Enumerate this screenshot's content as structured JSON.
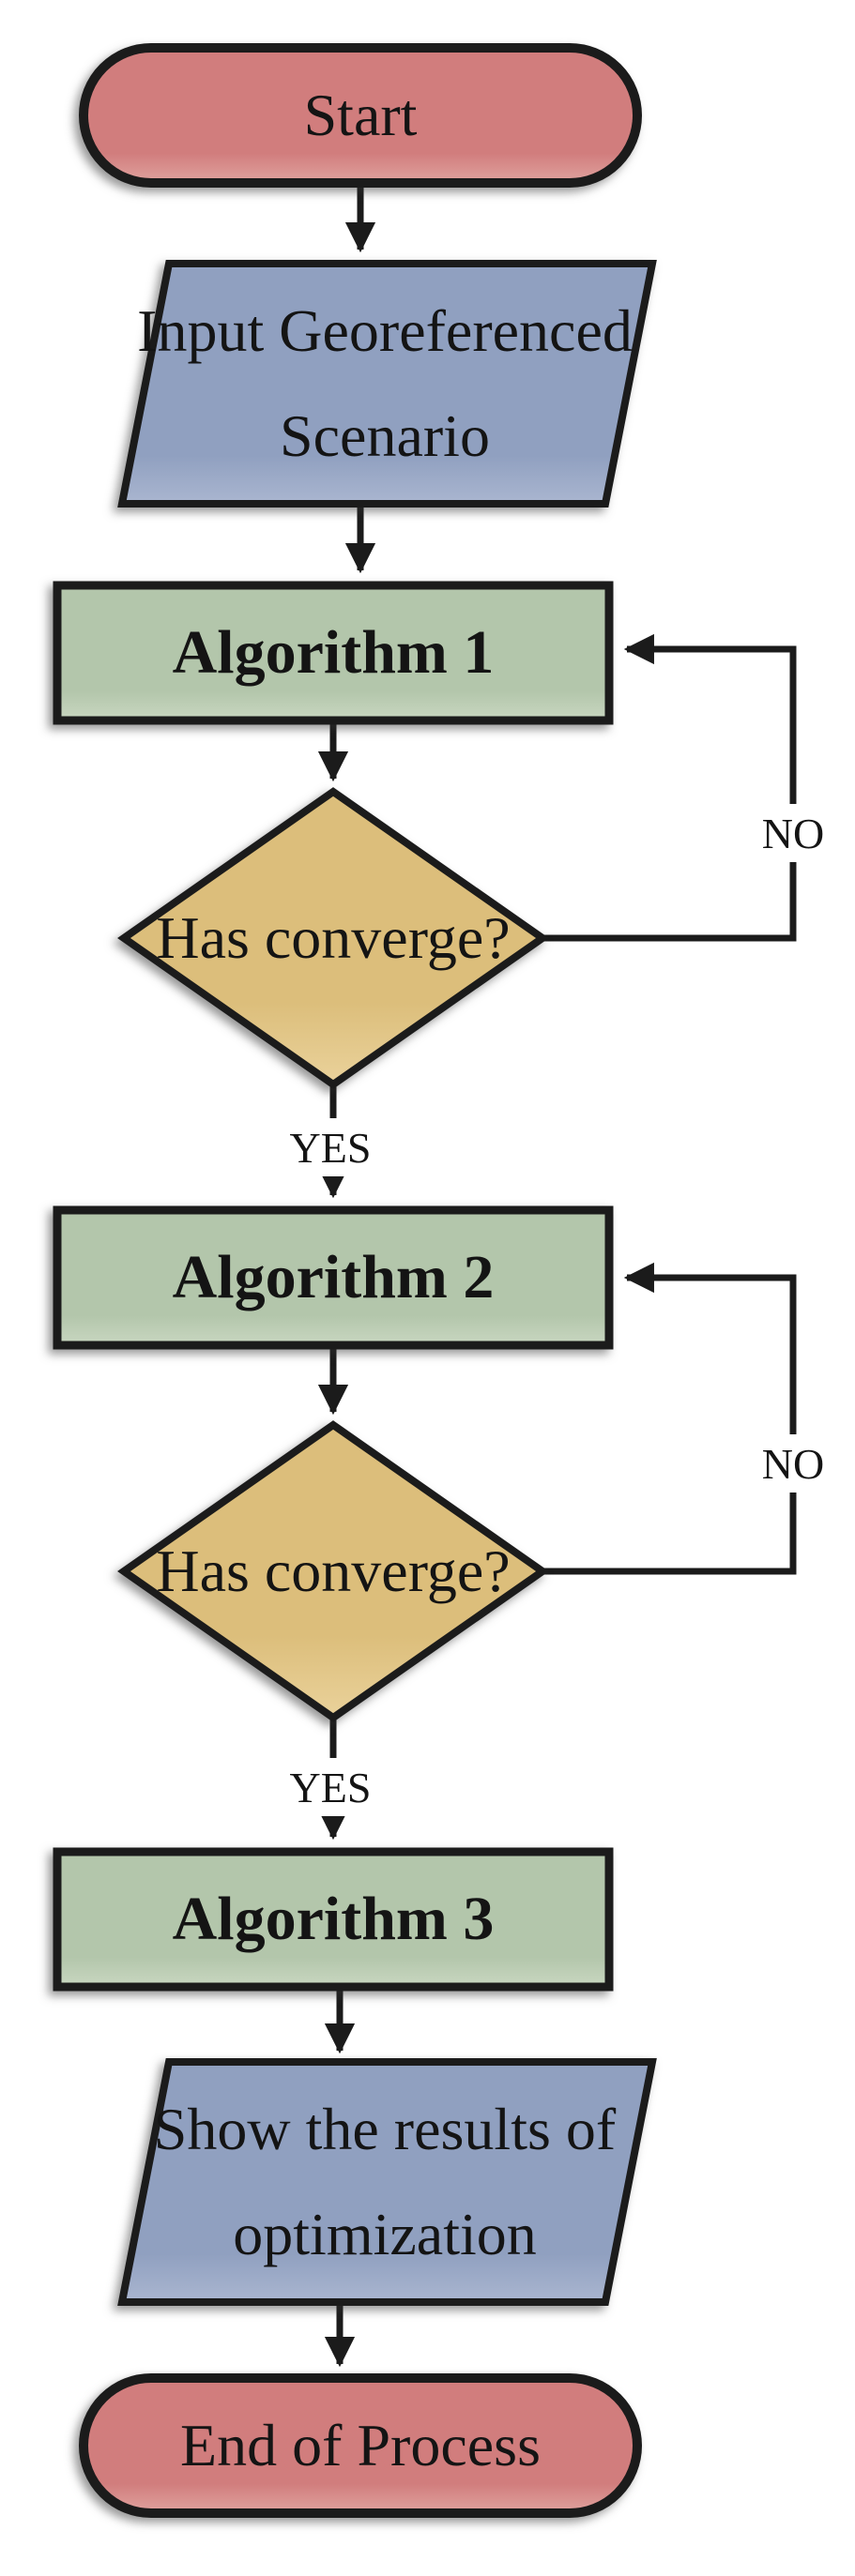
{
  "diagram": {
    "title": "Optimization process flowchart",
    "nodes": {
      "start": {
        "type": "terminator",
        "label": "Start"
      },
      "input": {
        "type": "io",
        "line1": "Input Georeferenced",
        "line2": "Scenario"
      },
      "alg1": {
        "type": "process",
        "label": "Algorithm 1"
      },
      "dec1": {
        "type": "decision",
        "label": "Has converge?"
      },
      "alg2": {
        "type": "process",
        "label": "Algorithm 2"
      },
      "dec2": {
        "type": "decision",
        "label": "Has converge?"
      },
      "alg3": {
        "type": "process",
        "label": "Algorithm 3"
      },
      "output": {
        "type": "io",
        "line1": "Show the results of",
        "line2": "optimization"
      },
      "end": {
        "type": "terminator",
        "label": "End of Process"
      }
    },
    "edge_labels": {
      "yes1": "YES",
      "no1": "NO",
      "yes2": "YES",
      "no2": "NO"
    },
    "colors": {
      "terminator_fill": "#d17d7d",
      "terminator_fill_light": "#e0a39f",
      "io_fill": "#90a0c0",
      "io_fill_light": "#aab6d0",
      "process_fill": "#b3c6ab",
      "process_fill_light": "#c9d7c1",
      "decision_fill": "#dcbe7b",
      "decision_fill_light": "#ead29b",
      "stroke": "#1b1b1b",
      "text": "#141414",
      "background": "#ffffff"
    }
  }
}
